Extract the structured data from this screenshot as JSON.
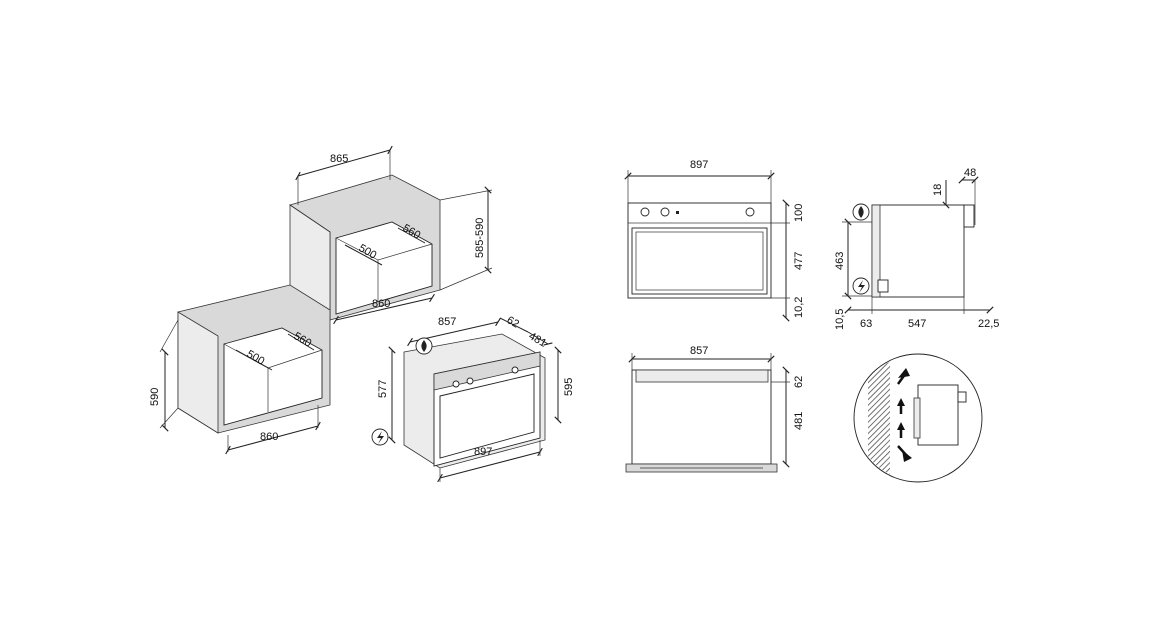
{
  "dimensions": {
    "tall_cabinet": {
      "width": "865",
      "height": "585-590",
      "depth": "560",
      "inner_depth": "500",
      "inner_width": "860"
    },
    "base_cabinet": {
      "height": "590",
      "depth": "560",
      "inner_depth": "500",
      "width": "860"
    },
    "oven_iso": {
      "width": "857",
      "depth_a": "62",
      "depth_b": "481",
      "height": "577",
      "total_height": "595",
      "front_width": "897"
    },
    "front_view": {
      "width": "897",
      "panel": "100",
      "door": "477",
      "bottom": "10,2"
    },
    "top_view": {
      "width": "857",
      "front": "62",
      "depth": "481"
    },
    "side_view": {
      "top_a": "18",
      "top_b": "48",
      "height": "463",
      "bottom": "10,5",
      "front": "63",
      "body": "547",
      "back": "22,5"
    }
  },
  "icons": [
    "gas-flame-icon",
    "electric-plug-icon",
    "airflow-arrow-icon"
  ],
  "colors": {
    "line": "#222222",
    "panel": "#d9d9d9",
    "wall": "#555555"
  }
}
